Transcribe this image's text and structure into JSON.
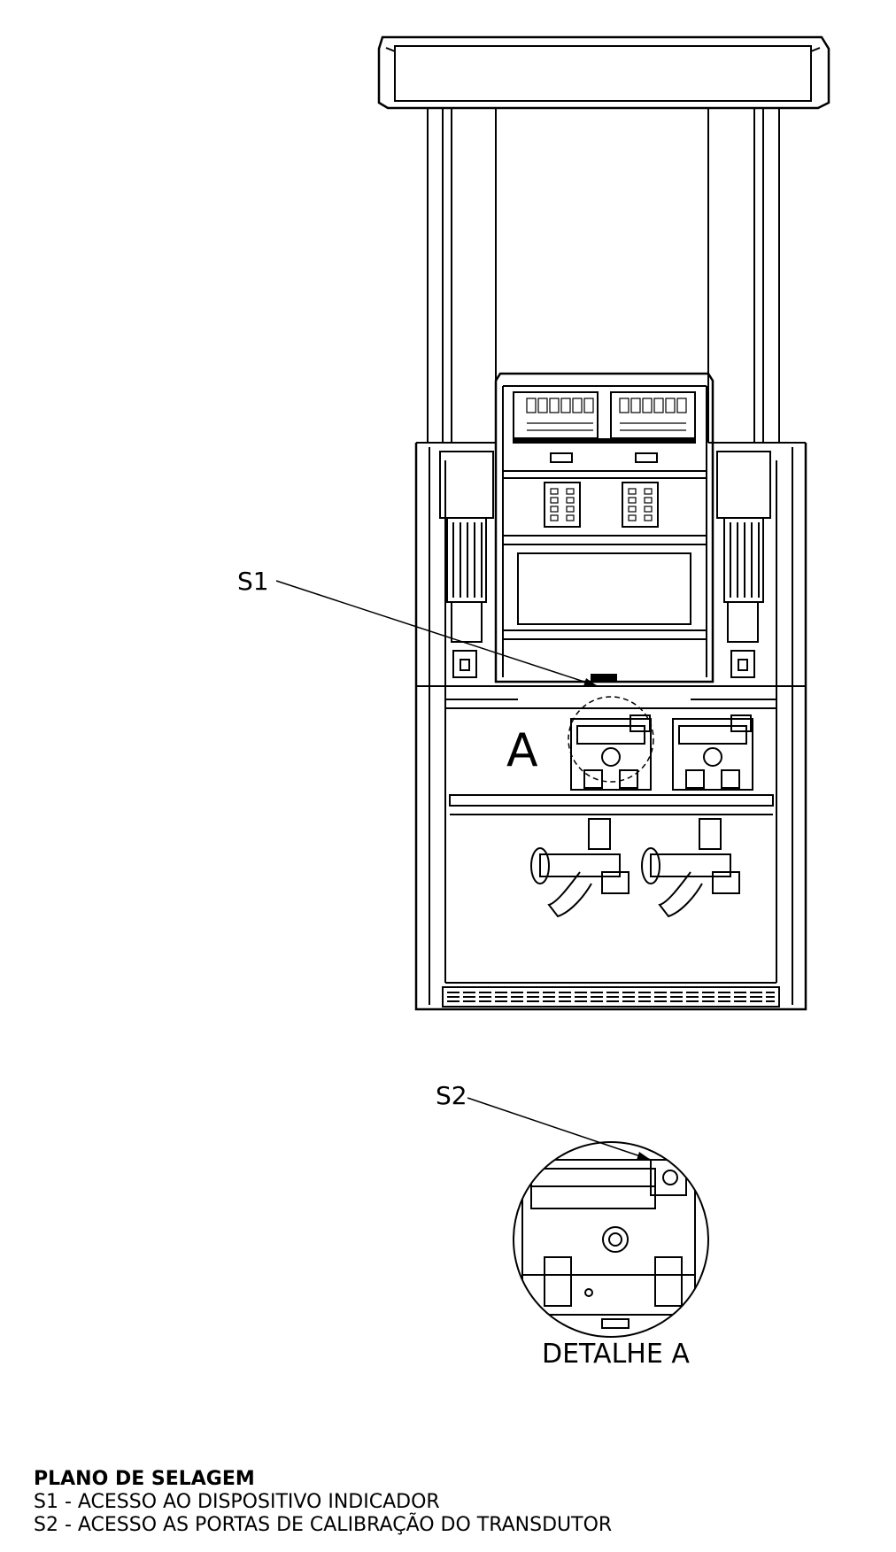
{
  "labels": {
    "s1": "S1",
    "s2": "S2",
    "detail_marker": "A",
    "detail_caption": "DETALHE A"
  },
  "legend": {
    "title": "PLANO DE SELAGEM",
    "items": [
      "S1 - ACESSO AO DISPOSITIVO INDICADOR",
      "S2 - ACESSO AS PORTAS DE CALIBRAÇÃO DO TRANSDUTOR"
    ]
  },
  "colors": {
    "line": "#000000",
    "background": "#ffffff"
  }
}
